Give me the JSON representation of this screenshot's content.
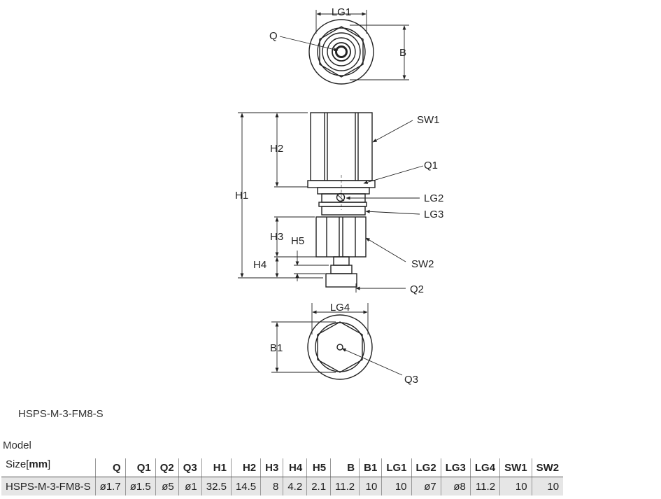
{
  "labels": {
    "Q": "Q",
    "LG1": "LG1",
    "B": "B",
    "SW1": "SW1",
    "H2": "H2",
    "Q1": "Q1",
    "H1": "H1",
    "LG2": "LG2",
    "LG3": "LG3",
    "H3": "H3",
    "H5": "H5",
    "H4": "H4",
    "SW2": "SW2",
    "Q2": "Q2",
    "LG4": "LG4",
    "B1": "B1",
    "Q3": "Q3"
  },
  "model_caption": "HSPS-M-3-FM8-S",
  "table": {
    "model_label": "Model",
    "size_label": "Size",
    "unit_open": "[",
    "unit": "mm",
    "unit_close": "]",
    "columns": [
      "Q",
      "Q1",
      "Q2",
      "Q3",
      "H1",
      "H2",
      "H3",
      "H4",
      "H5",
      "B",
      "B1",
      "LG1",
      "LG2",
      "LG3",
      "LG4",
      "SW1",
      "SW2"
    ],
    "rows": [
      {
        "model": "HSPS-M-3-FM8-S",
        "values": [
          "ø1.7",
          "ø1.5",
          "ø5",
          "ø1",
          "32.5",
          "14.5",
          "8",
          "4.2",
          "2.1",
          "11.2",
          "10",
          "10",
          "ø7",
          "ø8",
          "11.2",
          "10",
          "10"
        ]
      }
    ]
  }
}
